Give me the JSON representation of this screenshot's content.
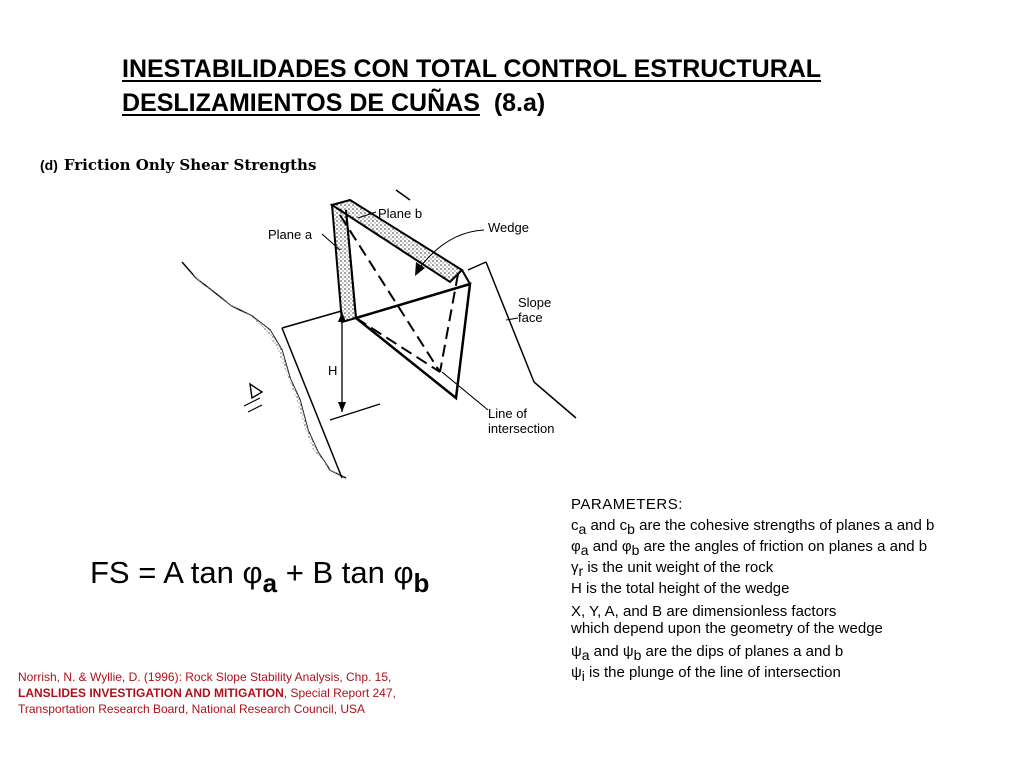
{
  "title": {
    "line1": "INESTABILIDADES CON TOTAL CONTROL ESTRUCTURAL",
    "line2_main": "DESLIZAMIENTOS  DE  CUÑAS",
    "line2_suffix": "(8.a)"
  },
  "diagram": {
    "panel_letter": "(d)",
    "panel_title": "Friction Only Shear Strengths",
    "labels": {
      "plane_b": "Plane b",
      "plane_a": "Plane a",
      "wedge": "Wedge",
      "slope_face_1": "Slope",
      "slope_face_2": "face",
      "height": "H",
      "line_of_1": "Line of",
      "line_of_2": "intersection"
    }
  },
  "formula": {
    "lhs": "FS = A tan ",
    "phi": "φ",
    "sub_a": "a",
    "plus": " + B tan ",
    "sub_b": "b"
  },
  "parameters": {
    "heading": "PARAMETERS:",
    "rows": [
      {
        "sym": "c",
        "sub": "a",
        "mid": " and ",
        "sym2": "c",
        "sub2": "b",
        "text": " are the cohesive strengths of planes a and b"
      },
      {
        "sym": "φ",
        "sub": "a",
        "mid": " and ",
        "sym2": "φ",
        "sub2": "b",
        "text": " are the angles of friction on planes a and b"
      },
      {
        "sym": "γ",
        "sub": "r",
        "text": " is the unit weight of the rock"
      },
      {
        "text": "H is the total height of the wedge"
      },
      {
        "text": "X, Y, A, and B are dimensionless factors"
      },
      {
        "text": "which depend upon the geometry of the wedge"
      },
      {
        "sym": "ψ",
        "sub": "a",
        "mid": " and ",
        "sym2": "ψ",
        "sub2": "b",
        "text": " are the dips of planes a and b"
      },
      {
        "sym": "ψ",
        "sub": "i",
        "text": " is the plunge of the line of intersection"
      }
    ]
  },
  "reference": {
    "line1": "Norrish, N. & Wyllie, D. (1996): Rock Slope Stability Analysis, Chp. 15,",
    "bold": "LANSLIDES INVESTIGATION AND MITIGATION",
    "rest": ", Special Report 247,",
    "line3": "Transportation Research Board, National Research Council, USA"
  },
  "colors": {
    "reference_text": "#b0101a",
    "ink": "#000000"
  }
}
